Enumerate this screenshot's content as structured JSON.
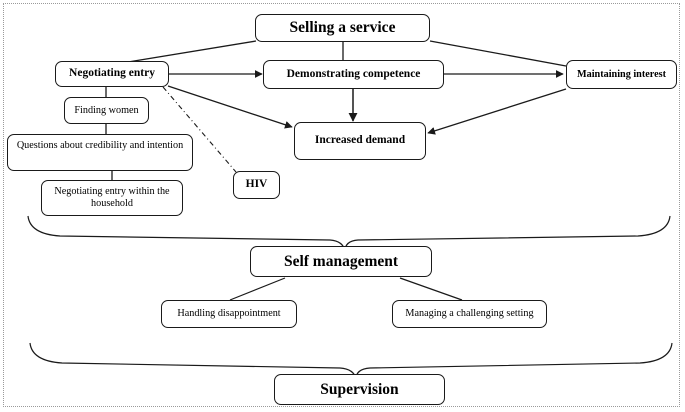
{
  "diagram": {
    "title": "Selling a service conceptual framework",
    "type": "flow-diagram",
    "background_color": "#ffffff",
    "line_color": "#1a1a1a",
    "border_style": "dotted"
  },
  "nodes": {
    "selling_a_service": "Selling a service",
    "negotiating_entry": "Negotiating entry",
    "demonstrating_competence": "Demonstrating competence",
    "maintaining_interest": "Maintaining interest",
    "increased_demand": "Increased demand",
    "finding_women": "Finding women",
    "questions_credibility": "Questions about credibility and intention",
    "negotiating_entry_household": "Negotiating entry within the household",
    "hiv": "HIV",
    "self_management": "Self management",
    "handling_disappointment": "Handling disappointment",
    "managing_challenging_setting": "Managing a challenging setting",
    "supervision": "Supervision"
  },
  "edges": [
    {
      "from": "selling_a_service",
      "to": "negotiating_entry",
      "style": "solid",
      "arrow": false
    },
    {
      "from": "selling_a_service",
      "to": "demonstrating_competence",
      "style": "solid",
      "arrow": false
    },
    {
      "from": "selling_a_service",
      "to": "maintaining_interest",
      "style": "solid",
      "arrow": false
    },
    {
      "from": "negotiating_entry",
      "to": "demonstrating_competence",
      "style": "solid",
      "arrow": true
    },
    {
      "from": "negotiating_entry",
      "to": "increased_demand",
      "style": "solid",
      "arrow": true
    },
    {
      "from": "negotiating_entry",
      "to": "hiv",
      "style": "dash-dot",
      "arrow": false
    },
    {
      "from": "demonstrating_competence",
      "to": "increased_demand",
      "style": "solid",
      "arrow": true
    },
    {
      "from": "demonstrating_competence",
      "to": "maintaining_interest",
      "style": "solid",
      "arrow": true
    },
    {
      "from": "maintaining_interest",
      "to": "increased_demand",
      "style": "solid",
      "arrow": true
    },
    {
      "from": "negotiating_entry",
      "to": "finding_women",
      "style": "solid",
      "arrow": false
    },
    {
      "from": "finding_women",
      "to": "questions_credibility",
      "style": "solid",
      "arrow": false
    },
    {
      "from": "questions_credibility",
      "to": "negotiating_entry_household",
      "style": "solid",
      "arrow": false
    },
    {
      "from": "self_management",
      "to": "handling_disappointment",
      "style": "solid",
      "arrow": false
    },
    {
      "from": "self_management",
      "to": "managing_challenging_setting",
      "style": "solid",
      "arrow": false
    }
  ],
  "braces": [
    {
      "name": "upper-brace",
      "points_to": "self_management"
    },
    {
      "name": "lower-brace",
      "points_to": "supervision"
    }
  ]
}
